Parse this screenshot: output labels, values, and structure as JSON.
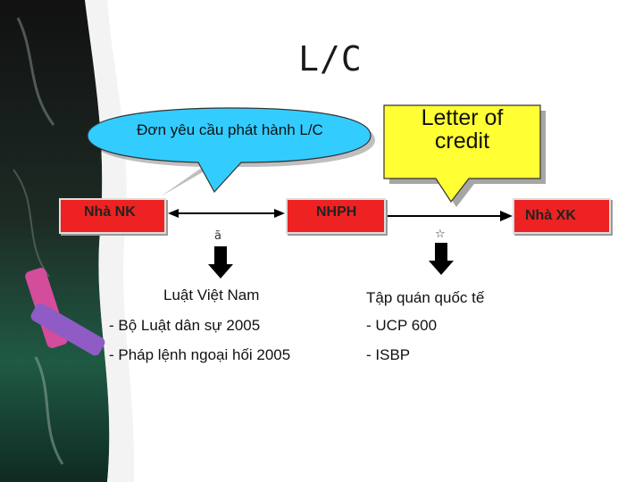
{
  "title": "L/C",
  "entities": {
    "importer": "Nhà NK",
    "issuing_bank": "NHPH",
    "exporter": "Nhà XK"
  },
  "callouts": {
    "application": "Đơn yêu cầu phát hành L/C",
    "letter_of_credit": "Letter of credit"
  },
  "left_column": {
    "heading": "Luật Việt Nam",
    "items": [
      "- Bộ Luật dân sự 2005",
      "- Pháp lệnh ngoại hối 2005"
    ]
  },
  "right_column": {
    "heading": "Tập quán quốc tế",
    "items": [
      "- UCP 600",
      "- ISBP"
    ]
  },
  "colors": {
    "box_fill": "#ee2222",
    "box_border": "#dddddd",
    "callout_blue": "#33ccff",
    "callout_yellow": "#ffff33"
  }
}
